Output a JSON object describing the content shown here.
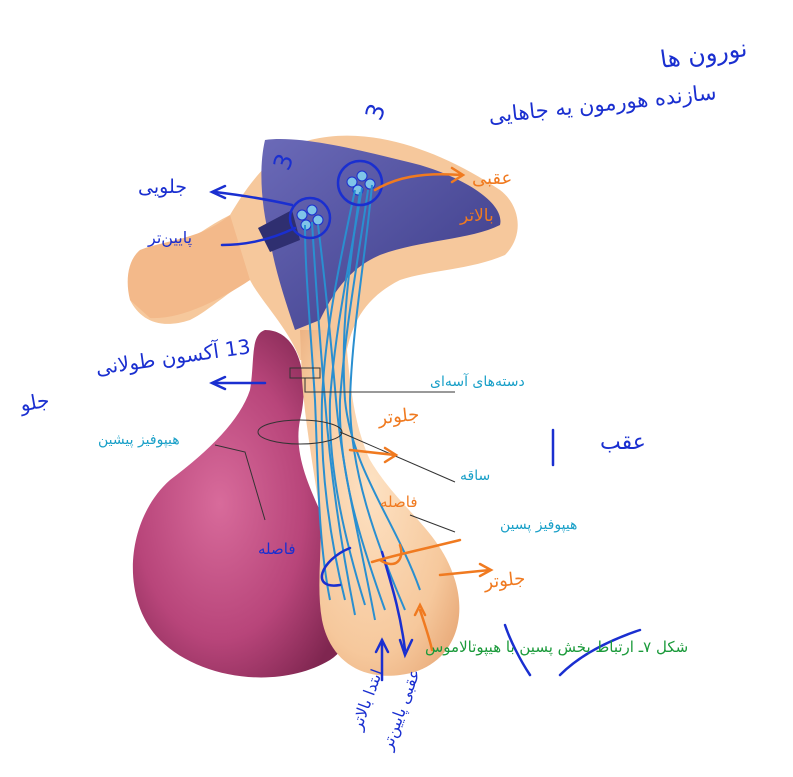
{
  "diagram": {
    "labels": {
      "axon_bundles": "دسته‌های آسه‌ای",
      "anterior_pituitary": "هیپوفیز پیشین",
      "stalk": "ساقه",
      "posterior_pituitary": "هیپوفیز پسین"
    },
    "caption": "شکل ۷ـ ارتباط بخش پسین با هیپوتالاموس"
  },
  "handwriting": {
    "top_1": "نورون ها",
    "top_2": "سازنده هورمون یه جاهایی",
    "neuron_count_1": "3",
    "neuron_count_2": "3",
    "front_label": "جلویی",
    "bottom_label": "پایین‌تر",
    "back_label": "عقبی",
    "upper_label": "بالاتر",
    "long_axons": "13 آکسون طولانی",
    "front": "جلو",
    "back": "عقب",
    "forward_note": "جلوتر",
    "distance_1": "فاصله",
    "distance_2": "فاصله",
    "bottom_note_1": "جلوتر",
    "bottom_note_2": "ابتدا بالاتر",
    "bottom_note_3": "عقبی پایین‌تر"
  },
  "colors": {
    "label_blue": "#1aa0c8",
    "caption_green": "#1a9a3a",
    "ink_blue": "#1a2fd0",
    "ink_orange": "#f07a20",
    "gland_pink": "#b8457a",
    "gland_peach": "#f6c89c",
    "hypothalamus_purple": "#4b4a9a",
    "axon_blue": "#2a8fd0"
  }
}
